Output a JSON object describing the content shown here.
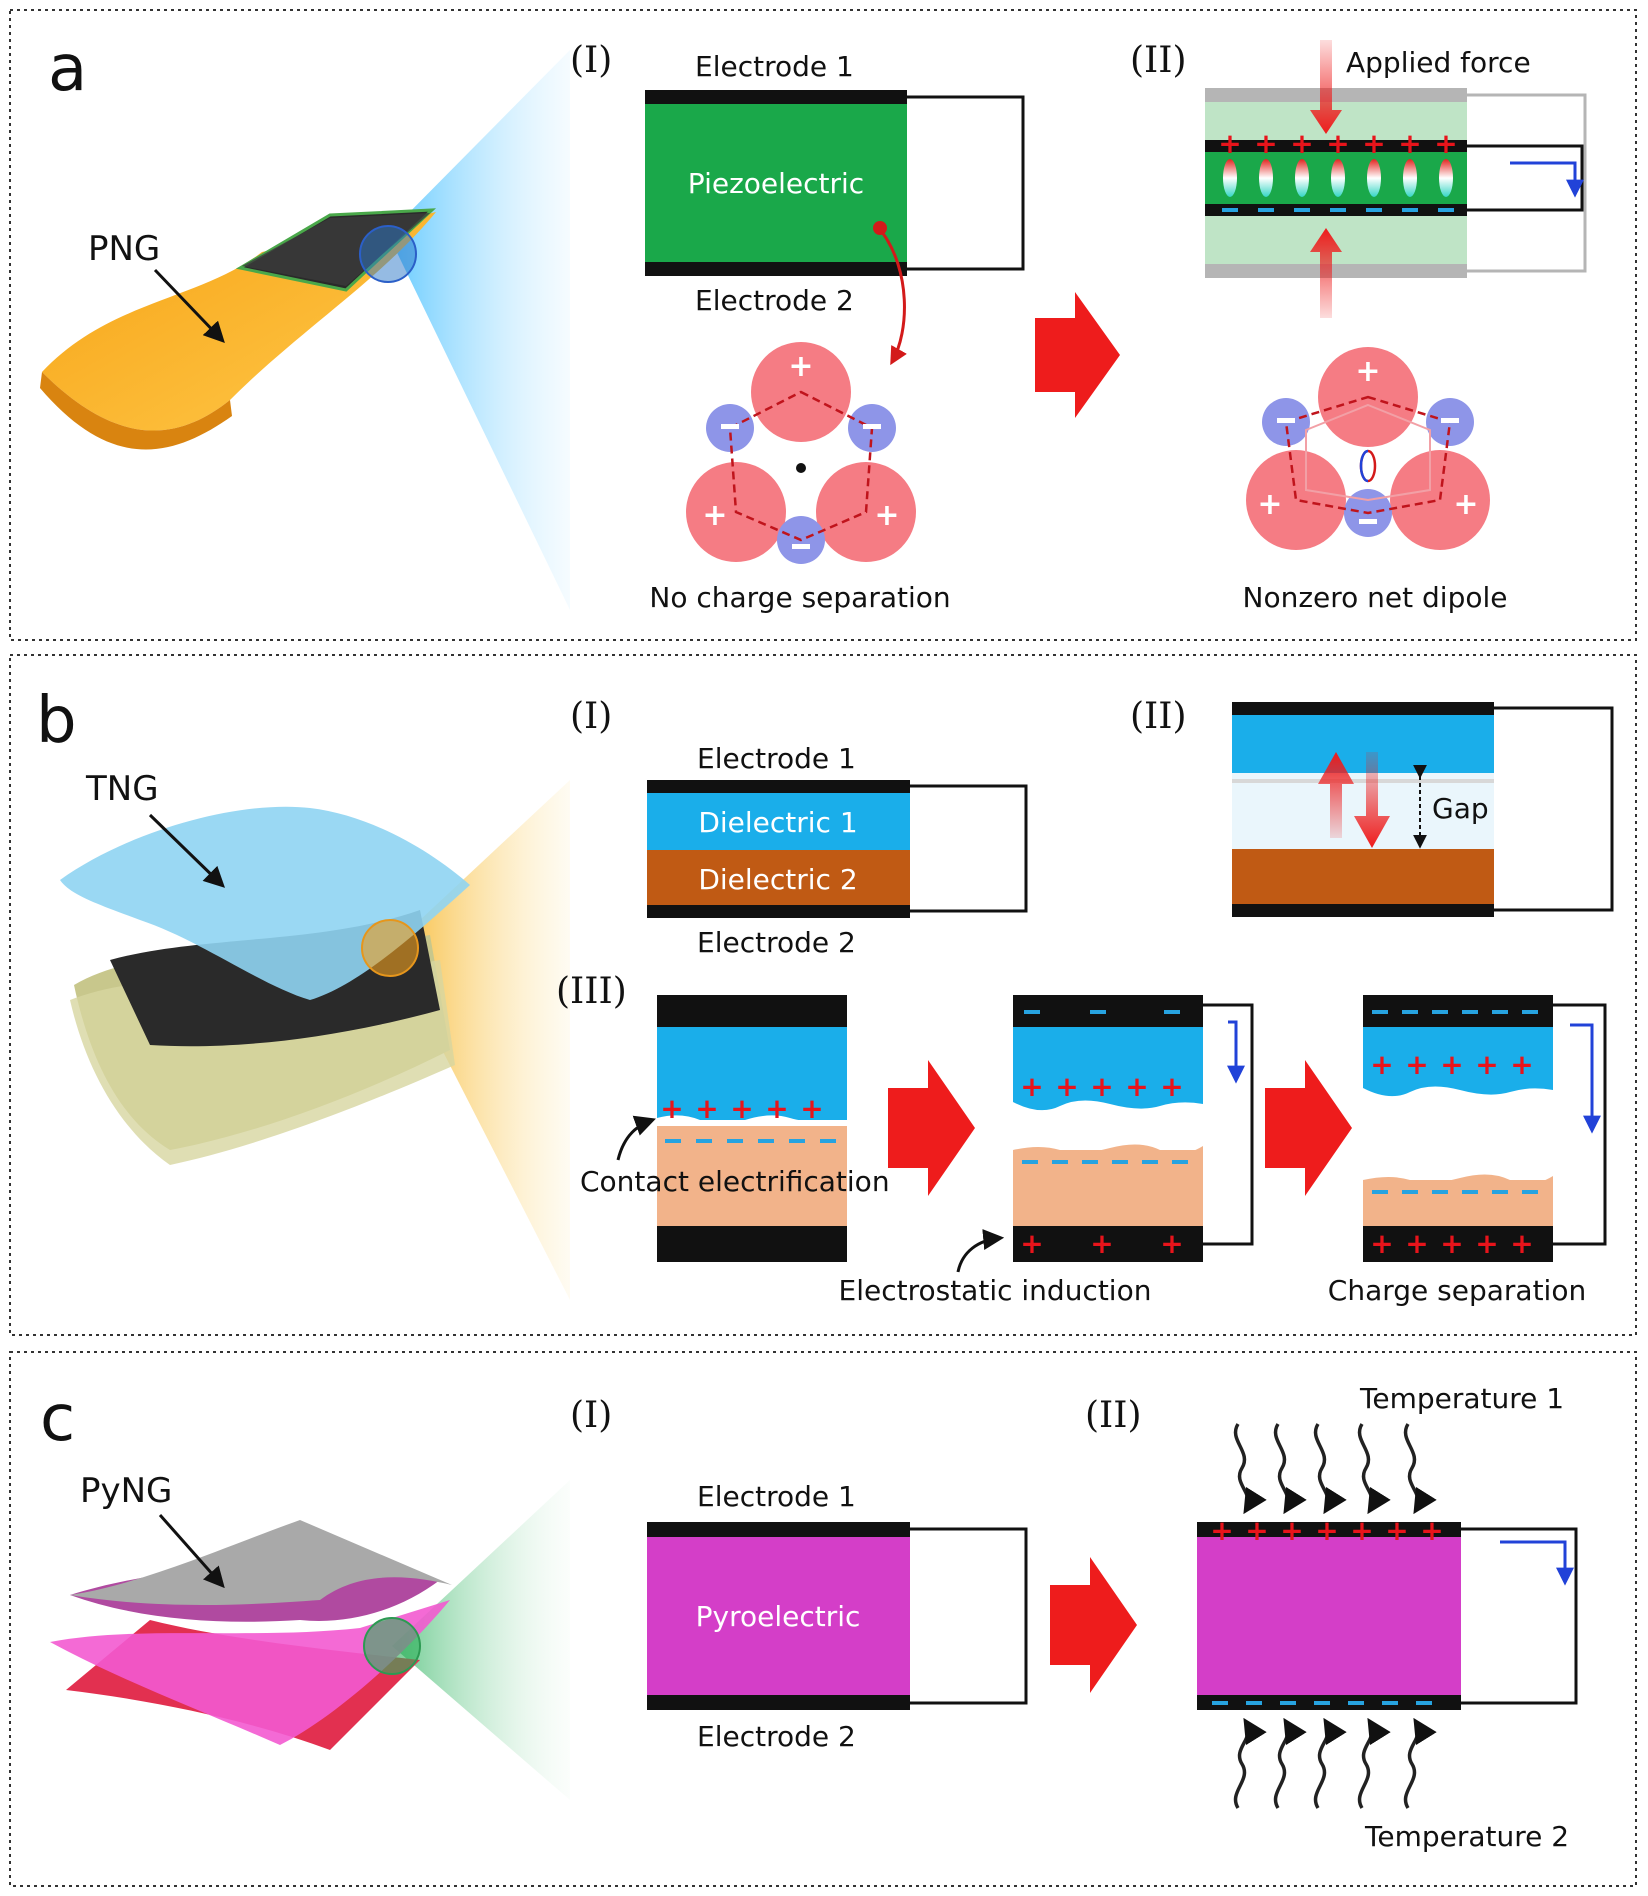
{
  "panels": {
    "a": {
      "letter": "a",
      "device": "PNG",
      "step1": "(I)",
      "step2": "(II)",
      "electrode_top": "Electrode 1",
      "electrode_bottom": "Electrode 2",
      "material": "Piezoelectric",
      "force_label": "Applied force",
      "caption_left": "No charge separation",
      "caption_right": "Nonzero net dipole"
    },
    "b": {
      "letter": "b",
      "device": "TNG",
      "step1": "(I)",
      "step2": "(II)",
      "step3": "(III)",
      "electrode_top": "Electrode 1",
      "electrode_bottom": "Electrode 2",
      "dielectric_top": "Dielectric 1",
      "dielectric_bottom": "Dielectric 2",
      "gap_label": "Gap",
      "label_contact": "Contact electrification",
      "label_induction": "Electrostatic induction",
      "label_separation": "Charge separation"
    },
    "c": {
      "letter": "c",
      "device": "PyNG",
      "step1": "(I)",
      "step2": "(II)",
      "electrode_top": "Electrode 1",
      "electrode_bottom": "Electrode 2",
      "material": "Pyroelectric",
      "temp_top": "Temperature 1",
      "temp_bottom": "Temperature 2"
    }
  },
  "colors": {
    "piezo": "#1aa84a",
    "dielectric1": "#1aaeea",
    "dielectric2": "#c05a14",
    "dielectric2_light": "#f2b38a",
    "pyro": "#d43ec8",
    "arrow_red": "#ee1c1c",
    "flow_blue": "#2142d8",
    "atom_pos": "#f57c84",
    "atom_neg": "#8e95e8"
  }
}
